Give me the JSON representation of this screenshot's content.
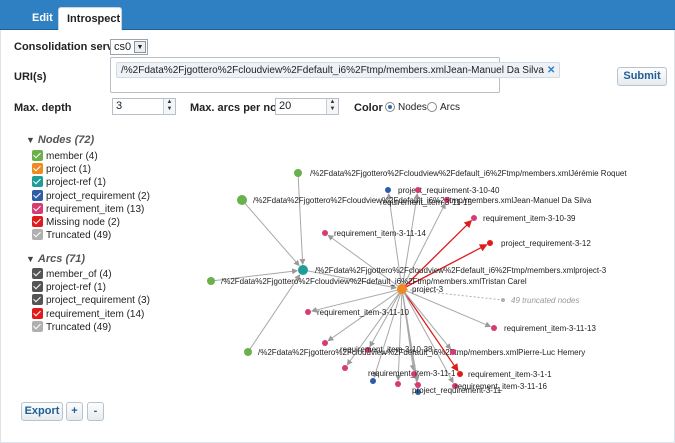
{
  "tabs": [
    {
      "label": "Edit"
    },
    {
      "label": "Introspect"
    }
  ],
  "form": {
    "consolidation_server_label": "Consolidation server",
    "consolidation_server_value": "cs0",
    "uri_label": "URI(s)",
    "uri_token": "/%2Fdata%2Fjgottero%2Fcloudview%2Fdefault_i6%2Ftmp/members.xmlJean-Manuel Da Silva",
    "submit_label": "Submit",
    "max_depth_label": "Max. depth",
    "max_depth_value": "3",
    "max_arcs_label": "Max. arcs per node",
    "max_arcs_value": "20",
    "color_label": "Color",
    "color_options": [
      "Nodes",
      "Arcs"
    ],
    "color_selected": "Nodes"
  },
  "legend": {
    "nodes_title": "Nodes (72)",
    "nodes": [
      {
        "label": "member (4)",
        "color": "#6ab04c"
      },
      {
        "label": "project (1)",
        "color": "#ee8a21"
      },
      {
        "label": "project-ref (1)",
        "color": "#1e9e96"
      },
      {
        "label": "project_requirement (2)",
        "color": "#2d5da8"
      },
      {
        "label": "requirement_item (13)",
        "color": "#d83b73"
      },
      {
        "label": "Missing node (2)",
        "color": "#e01b1b"
      },
      {
        "label": "Truncated (49)",
        "color": "#b0b0b0"
      }
    ],
    "arcs_title": "Arcs (71)",
    "arcs": [
      {
        "label": "member_of (4)",
        "color": "#555555"
      },
      {
        "label": "project-ref (1)",
        "color": "#555555"
      },
      {
        "label": "project_requirement (3)",
        "color": "#555555"
      },
      {
        "label": "requirement_item (14)",
        "color": "#e01b1b"
      },
      {
        "label": "Truncated (49)",
        "color": "#b0b0b0"
      }
    ]
  },
  "graph_labels": {
    "member_roquet": "/%2Fdata%2Fjgottero%2Fcloudview%2Fdefault_i6%2Ftmp/members.xmlJérémie Roquet",
    "member_dasilva": "/%2Fdata%2Fjgottero%2Fcloudview%2Fdefault_i6%2Ftmp/members.xmlJean-Manuel Da Silva",
    "member_carel": "/%2Fdata%2Fjgottero%2Fcloudview%2Fdefault_i6%2Ftmp/members.xmlTristan Carel",
    "member_hemery": "/%2Fdata%2Fjgottero%2Fcloudview%2Fdefault_i6%2Ftmp/members.xmlPierre-Luc Hemery",
    "project_ref": "/%2Fdata%2Fjgottero%2Fcloudview%2Fdefault_i6%2Ftmp/members.xmlproject-3",
    "project": "project-3",
    "truncated": "49 truncated nodes",
    "proj_req_top": "project_requirement-3-10-40",
    "req_3_10_39": "requirement_item-3-10-39",
    "proj_req_3_12": "project_requirement-3-12",
    "req_3_11_14": "requirement_item-3-11-14",
    "req_3_11_10": "requirement_item-3-11-10",
    "req_3_11_13": "requirement_item-3-11-13",
    "req_3_1_1": "requirement_item-3-1-1",
    "req_3_11_1": "requirement_item-3-11-1",
    "req_3_11_16": "requirement_item-3-11-16",
    "proj_req_3_11": "project_requirement-3-11",
    "req_overlap_a": "requirement_item-3-11-15",
    "req_overlap_b": "requirement_item-3-10-38"
  },
  "toolbar": {
    "export_label": "Export",
    "zoom_in_label": "+",
    "zoom_out_label": "-"
  }
}
